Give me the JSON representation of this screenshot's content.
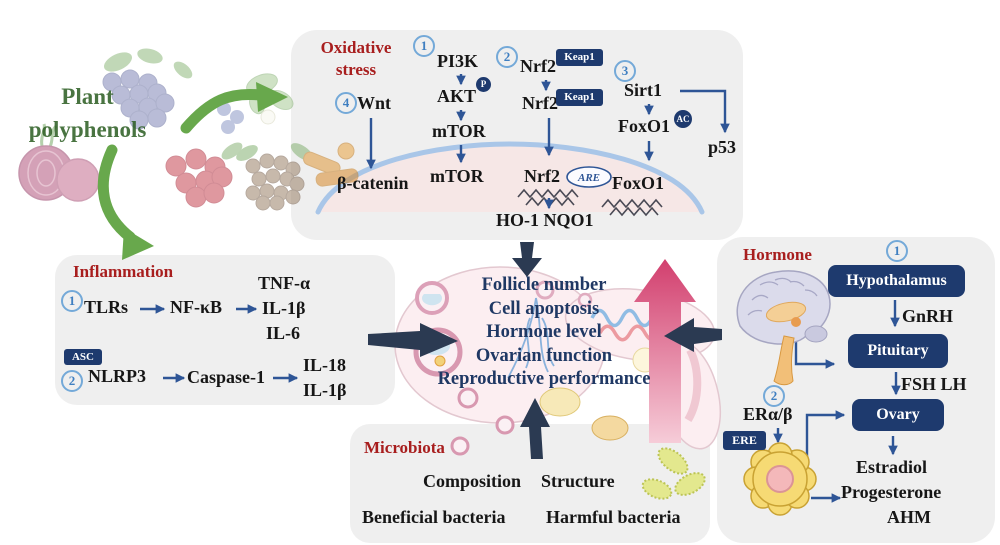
{
  "source": {
    "line1": "Plant",
    "line2": "polyphenols"
  },
  "oxidative": {
    "title1": "Oxidative",
    "title2": "stress",
    "num1": "1",
    "num2": "2",
    "num3": "3",
    "num4": "4",
    "wnt": "Wnt",
    "pi3k": "PI3K",
    "akt": "AKT",
    "p": "P",
    "mtor_upper": "mTOR",
    "mtor_nucleus": "mTOR",
    "nrf2_top": "Nrf2",
    "keap1_top": "Keap1",
    "nrf2_mid": "Nrf2",
    "keap1_mid": "Keap1",
    "nrf2_nucleus": "Nrf2",
    "are": "ARE",
    "sirt1": "Sirt1",
    "foxo1_upper": "FoxO1",
    "ac": "AC",
    "foxo1_nucleus": "FoxO1",
    "p53": "p53",
    "beta_catenin": "β-catenin",
    "ho1_nqo1": "HO-1 NQO1"
  },
  "inflammation": {
    "title": "Inflammation",
    "num1": "1",
    "num2": "2",
    "tlrs": "TLRs",
    "nfkb": "NF-κB",
    "tnf": "TNF-α",
    "il1b_top": "IL-1β",
    "il6": "IL-6",
    "asc": "ASC",
    "nlrp3": "NLRP3",
    "caspase1": "Caspase-1",
    "il18": "IL-18",
    "il1b_bottom": "IL-1β"
  },
  "center": {
    "lines": [
      "Follicle number",
      "Cell apoptosis",
      "Hormone level",
      "Ovarian function",
      "Reproductive performance"
    ]
  },
  "microbiota": {
    "title": "Microbiota",
    "composition": "Composition",
    "structure": "Structure",
    "beneficial": "Beneficial bacteria",
    "harmful": "Harmful bacteria"
  },
  "hormone": {
    "title": "Hormone",
    "num1": "1",
    "num2": "2",
    "hypothalamus": "Hypothalamus",
    "gnrh": "GnRH",
    "pituitary": "Pituitary",
    "fsh_lh": "FSH LH",
    "ovary": "Ovary",
    "er": "ERα/β",
    "ere": "ERE",
    "estradiol": "Estradiol",
    "progesterone": "Progesterone",
    "ahm": "AHM"
  },
  "icons": {
    "plant_sources": "plant-polyphenol-sources-icon",
    "brain": "brain-icon",
    "ovary_center": "ovary-illustration",
    "follicle_cell": "follicle-cell-icon",
    "bacteria": "bacteria-icon"
  },
  "colors": {
    "panel_bg": "#efefef",
    "title_red": "#a81e1e",
    "navy": "#1e3a6e",
    "arrow_blue": "#2e5596",
    "arrow_dark": "#2b3a52",
    "green": "#68a84c",
    "pink_arrow_top": "#d23f6e",
    "pink_arrow_bottom": "#f6ccd8",
    "center_text": "#1f3864",
    "circle_number_blue": "#74a9d8",
    "nucleus_fill": "#f6e7e6",
    "nucleus_rim": "#a9c6e8"
  }
}
